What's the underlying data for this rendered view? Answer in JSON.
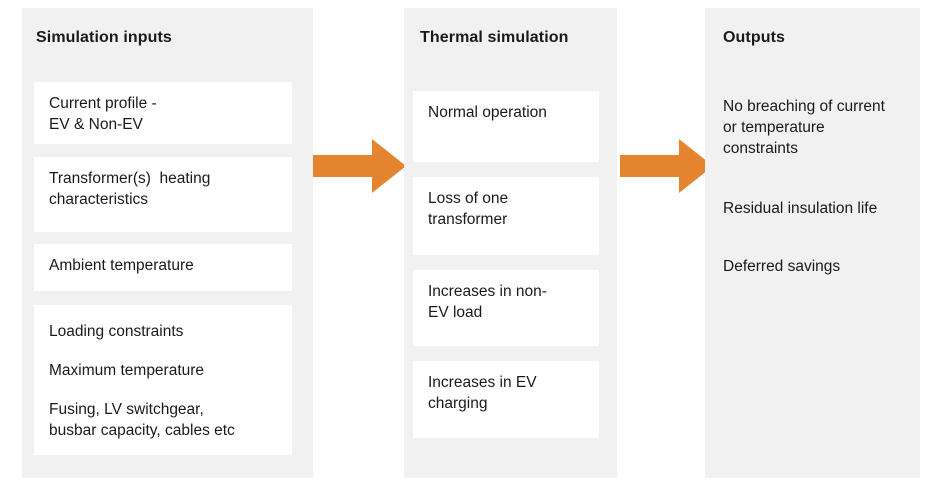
{
  "diagram": {
    "type": "flow",
    "accent_color": "#e4842f",
    "panel_background": "#f1f1f1",
    "card_background": "#ffffff",
    "text_color": "#1a1a1a",
    "columns": [
      {
        "id": "simulation-inputs",
        "title": "Simulation inputs",
        "cards": [
          {
            "id": "current-profile",
            "lines": [
              "Current profile -",
              "EV & Non-EV"
            ]
          },
          {
            "id": "transformer-heating",
            "lines": [
              "Transformer(s)  heating",
              "characteristics"
            ]
          },
          {
            "id": "ambient-temperature",
            "lines": [
              "Ambient temperature"
            ]
          },
          {
            "id": "loading-constraints",
            "paragraphs": [
              "Loading constraints",
              "Maximum temperature",
              "Fusing, LV switchgear,\nbusbar capacity, cables etc"
            ]
          }
        ]
      },
      {
        "id": "thermal-simulation",
        "title": "Thermal simulation",
        "cards": [
          {
            "id": "normal-operation",
            "lines": [
              "Normal operation"
            ]
          },
          {
            "id": "loss-of-transformer",
            "lines": [
              "Loss of one",
              "transformer"
            ]
          },
          {
            "id": "increases-non-ev-load",
            "lines": [
              "Increases in non-",
              "EV load"
            ]
          },
          {
            "id": "increases-ev-charging",
            "lines": [
              "Increases in EV",
              "charging"
            ]
          }
        ]
      },
      {
        "id": "outputs",
        "title": "Outputs",
        "items": [
          "No breaching of current or temperature constraints",
          "Residual insulation life",
          "Deferred savings"
        ]
      }
    ],
    "connectors": [
      {
        "id": "arrow-inputs-to-thermal",
        "icon": "right-arrow-icon",
        "from": "simulation-inputs",
        "to": "thermal-simulation"
      },
      {
        "id": "arrow-thermal-to-outputs",
        "icon": "right-arrow-icon",
        "from": "thermal-simulation",
        "to": "outputs"
      }
    ]
  }
}
